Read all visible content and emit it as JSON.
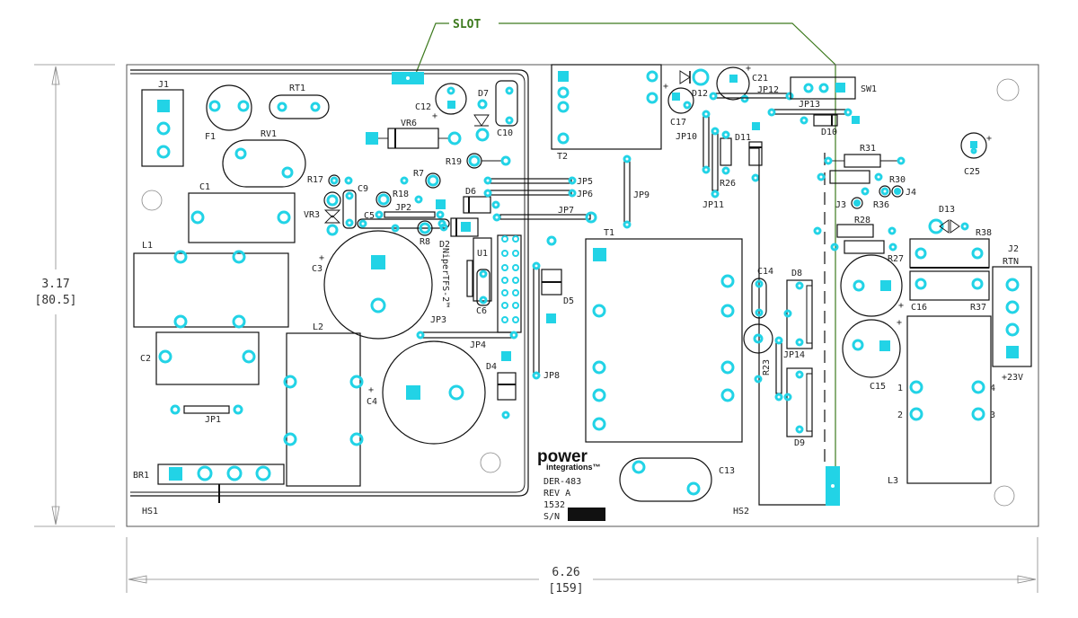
{
  "colors": {
    "pad": "#22d3e6",
    "outline": "#111111",
    "slot": "#3d7a1e"
  },
  "dimensions": {
    "height_in": "3.17",
    "height_mm": "[80.5]",
    "width_in": "6.26",
    "width_mm": "[159]"
  },
  "slot_label": "SLOT",
  "brand": {
    "logo_top": "power",
    "logo_bottom": "integrations™",
    "board": "DER-483",
    "rev": "REV A",
    "date": "1532",
    "sn": "S/N"
  },
  "ic_label": "NiperTFS-2™",
  "labels": {
    "j1": "J1",
    "f1": "F1",
    "rt1": "RT1",
    "rv1": "RV1",
    "c1": "C1",
    "l1": "L1",
    "c2": "C2",
    "jp1": "JP1",
    "br1": "BR1",
    "hs1": "HS1",
    "l2": "L2",
    "c3": "C3",
    "c4": "C4",
    "c12": "C12",
    "d7": "D7",
    "c10": "C10",
    "vr6": "VR6",
    "r19": "R19",
    "r17": "R17",
    "c9": "C9",
    "r7": "R7",
    "r18": "R18",
    "vr3": "VR3",
    "jp2": "JP2",
    "c5": "C5",
    "r8": "R8",
    "d2": "D2",
    "d6": "D6",
    "u1": "U1",
    "jp3": "JP3",
    "c6": "C6",
    "jp4": "JP4",
    "d4": "D4",
    "jp5": "JP5",
    "jp6": "JP6",
    "jp7": "JP7",
    "t2": "T2",
    "jp9": "JP9",
    "t1": "T1",
    "d5": "D5",
    "jp8": "JP8",
    "c13": "C13",
    "c17": "C17",
    "d12": "D12",
    "c21": "C21",
    "jp12": "JP12",
    "sw1": "SW1",
    "jp13": "JP13",
    "d10": "D10",
    "jp10": "JP10",
    "d11": "D11",
    "r26": "R26",
    "jp11": "JP11",
    "c14": "C14",
    "d8": "D8",
    "r23": "R23",
    "jp14": "JP14",
    "d9": "D9",
    "hs2": "HS2",
    "r31": "R31",
    "r30": "R30",
    "j3": "J3",
    "r36": "R36",
    "j4": "J4",
    "r28": "R28",
    "r27": "R27",
    "c16": "C16",
    "c15": "C15",
    "d13": "D13",
    "r38": "R38",
    "r37": "R37",
    "c25": "C25",
    "j2": "J2",
    "rtn": "RTN",
    "out_voltage": "+23V",
    "l3": "L3",
    "l3_p1": "1",
    "l3_p2": "2",
    "l3_p3": "3",
    "l3_p4": "4",
    "plus": "+"
  }
}
